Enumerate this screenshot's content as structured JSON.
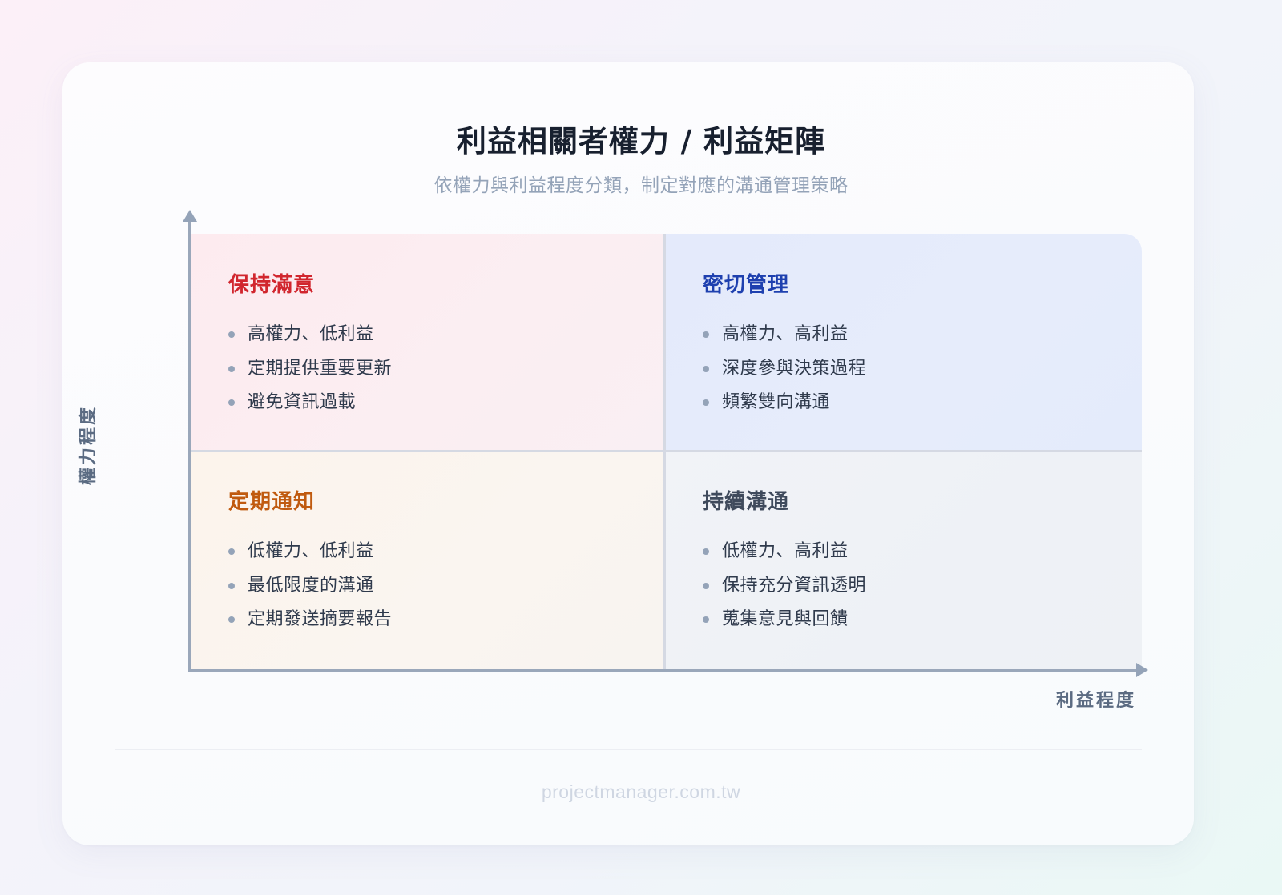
{
  "header": {
    "title": "利益相關者權力 / 利益矩陣",
    "subtitle": "依權力與利益程度分類，制定對應的溝通管理策略"
  },
  "axes": {
    "y_label": "權力程度",
    "x_label": "利益程度",
    "color": "#94a3b8"
  },
  "quadrants": {
    "top_left": {
      "title": "保持滿意",
      "color": "#d1262e",
      "items": [
        "高權力、低利益",
        "定期提供重要更新",
        "避免資訊過載"
      ]
    },
    "top_right": {
      "title": "密切管理",
      "color": "#1e40af",
      "items": [
        "高權力、高利益",
        "深度參與決策過程",
        "頻繁雙向溝通"
      ]
    },
    "bottom_left": {
      "title": "定期通知",
      "color": "#c05a0f",
      "items": [
        "低權力、低利益",
        "最低限度的溝通",
        "定期發送摘要報告"
      ]
    },
    "bottom_right": {
      "title": "持續溝通",
      "color": "#3f4a5c",
      "items": [
        "低權力、高利益",
        "保持充分資訊透明",
        "蒐集意見與回饋"
      ]
    }
  },
  "footer": {
    "text": "projectmanager.com.tw"
  }
}
